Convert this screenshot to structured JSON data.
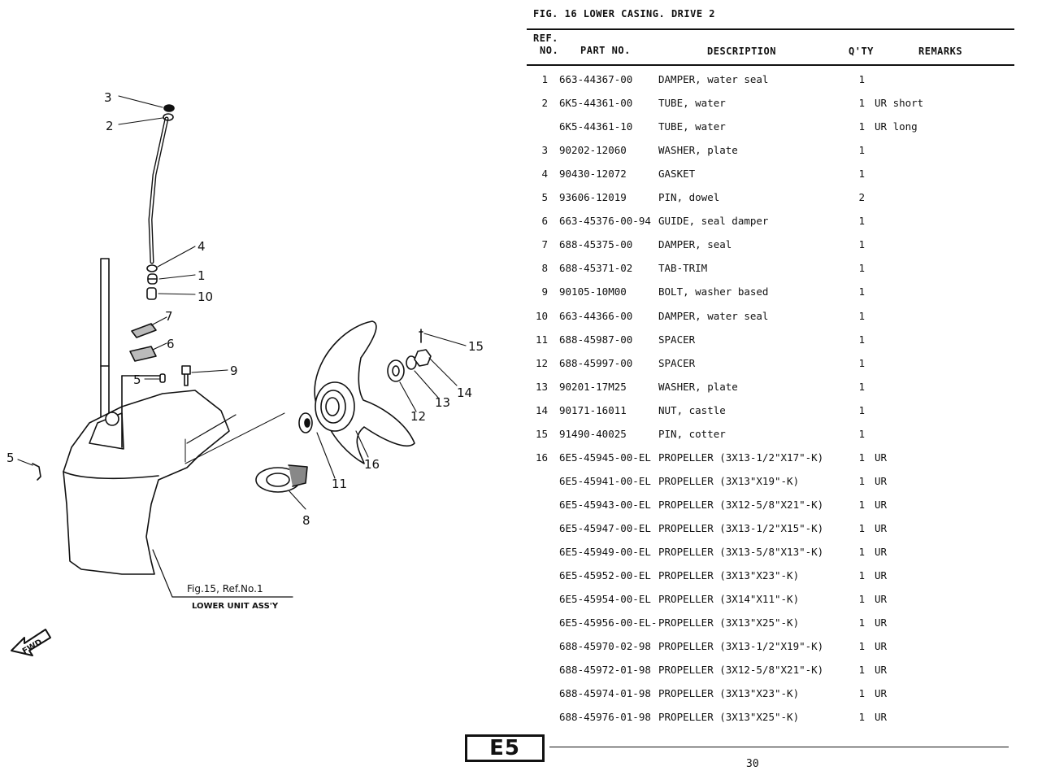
{
  "figure_title": "FIG. 16  LOWER CASING. DRIVE 2",
  "columns": {
    "ref_line1": "REF.",
    "ref_line2": "NO.",
    "part_no": "PART NO.",
    "description": "DESCRIPTION",
    "qty": "Q'TY",
    "remarks": "REMARKS"
  },
  "parts": [
    {
      "ref": "1",
      "part": "663-44367-00",
      "desc": "DAMPER, water seal",
      "qty": "1",
      "remarks": ""
    },
    {
      "ref": "2",
      "part": "6K5-44361-00",
      "desc": "TUBE, water",
      "qty": "1",
      "remarks": "UR short"
    },
    {
      "ref": "",
      "part": "6K5-44361-10",
      "desc": "TUBE, water",
      "qty": "1",
      "remarks": "UR long"
    },
    {
      "ref": "3",
      "part": "90202-12060",
      "desc": "WASHER, plate",
      "qty": "1",
      "remarks": ""
    },
    {
      "ref": "4",
      "part": "90430-12072",
      "desc": "GASKET",
      "qty": "1",
      "remarks": ""
    },
    {
      "ref": "5",
      "part": "93606-12019",
      "desc": "PIN, dowel",
      "qty": "2",
      "remarks": ""
    },
    {
      "ref": "6",
      "part": "663-45376-00-94",
      "desc": "GUIDE, seal damper",
      "qty": "1",
      "remarks": ""
    },
    {
      "ref": "7",
      "part": "688-45375-00",
      "desc": "DAMPER, seal",
      "qty": "1",
      "remarks": ""
    },
    {
      "ref": "8",
      "part": "688-45371-02",
      "desc": "TAB-TRIM",
      "qty": "1",
      "remarks": ""
    },
    {
      "ref": "9",
      "part": "90105-10M00",
      "desc": "BOLT, washer based",
      "qty": "1",
      "remarks": ""
    },
    {
      "ref": "10",
      "part": "663-44366-00",
      "desc": "DAMPER, water seal",
      "qty": "1",
      "remarks": ""
    },
    {
      "ref": "11",
      "part": "688-45987-00",
      "desc": "SPACER",
      "qty": "1",
      "remarks": ""
    },
    {
      "ref": "12",
      "part": "688-45997-00",
      "desc": "SPACER",
      "qty": "1",
      "remarks": ""
    },
    {
      "ref": "13",
      "part": "90201-17M25",
      "desc": "WASHER, plate",
      "qty": "1",
      "remarks": ""
    },
    {
      "ref": "14",
      "part": "90171-16011",
      "desc": "NUT, castle",
      "qty": "1",
      "remarks": ""
    },
    {
      "ref": "15",
      "part": "91490-40025",
      "desc": "PIN, cotter",
      "qty": "1",
      "remarks": ""
    },
    {
      "ref": "16",
      "part": "6E5-45945-00-EL",
      "desc": "PROPELLER (3X13-1/2\"X17\"-K)",
      "qty": "1",
      "remarks": "UR"
    },
    {
      "ref": "",
      "part": "6E5-45941-00-EL",
      "desc": "PROPELLER (3X13\"X19\"-K)",
      "qty": "1",
      "remarks": "UR"
    },
    {
      "ref": "",
      "part": "6E5-45943-00-EL",
      "desc": "PROPELLER (3X12-5/8\"X21\"-K)",
      "qty": "1",
      "remarks": "UR"
    },
    {
      "ref": "",
      "part": "6E5-45947-00-EL",
      "desc": "PROPELLER (3X13-1/2\"X15\"-K)",
      "qty": "1",
      "remarks": "UR"
    },
    {
      "ref": "",
      "part": "6E5-45949-00-EL",
      "desc": "PROPELLER (3X13-5/8\"X13\"-K)",
      "qty": "1",
      "remarks": "UR"
    },
    {
      "ref": "",
      "part": "6E5-45952-00-EL",
      "desc": "PROPELLER (3X13\"X23\"-K)",
      "qty": "1",
      "remarks": "UR"
    },
    {
      "ref": "",
      "part": "6E5-45954-00-EL",
      "desc": "PROPELLER (3X14\"X11\"-K)",
      "qty": "1",
      "remarks": "UR"
    },
    {
      "ref": "",
      "part": "6E5-45956-00-EL-",
      "desc": "PROPELLER (3X13\"X25\"-K)",
      "qty": "1",
      "remarks": "UR"
    },
    {
      "ref": "",
      "part": "688-45970-02-98",
      "desc": "PROPELLER (3X13-1/2\"X19\"-K)",
      "qty": "1",
      "remarks": "UR"
    },
    {
      "ref": "",
      "part": "688-45972-01-98",
      "desc": "PROPELLER (3X12-5/8\"X21\"-K)",
      "qty": "1",
      "remarks": "UR"
    },
    {
      "ref": "",
      "part": "688-45974-01-98",
      "desc": "PROPELLER (3X13\"X23\"-K)",
      "qty": "1",
      "remarks": "UR"
    },
    {
      "ref": "",
      "part": "688-45976-01-98",
      "desc": "PROPELLER (3X13\"X25\"-K)",
      "qty": "1",
      "remarks": "UR"
    }
  ],
  "diagram": {
    "callouts": [
      "3",
      "2",
      "4",
      "1",
      "10",
      "7",
      "6",
      "5",
      "9",
      "5",
      "8",
      "11",
      "16",
      "12",
      "13",
      "14",
      "15"
    ],
    "fig_ref": "Fig.15, Ref.No.1",
    "assembly_label": "LOWER UNIT ASS'Y",
    "fwd_label": "FWD"
  },
  "footer": {
    "section_badge": "E5",
    "page_number": "30"
  }
}
